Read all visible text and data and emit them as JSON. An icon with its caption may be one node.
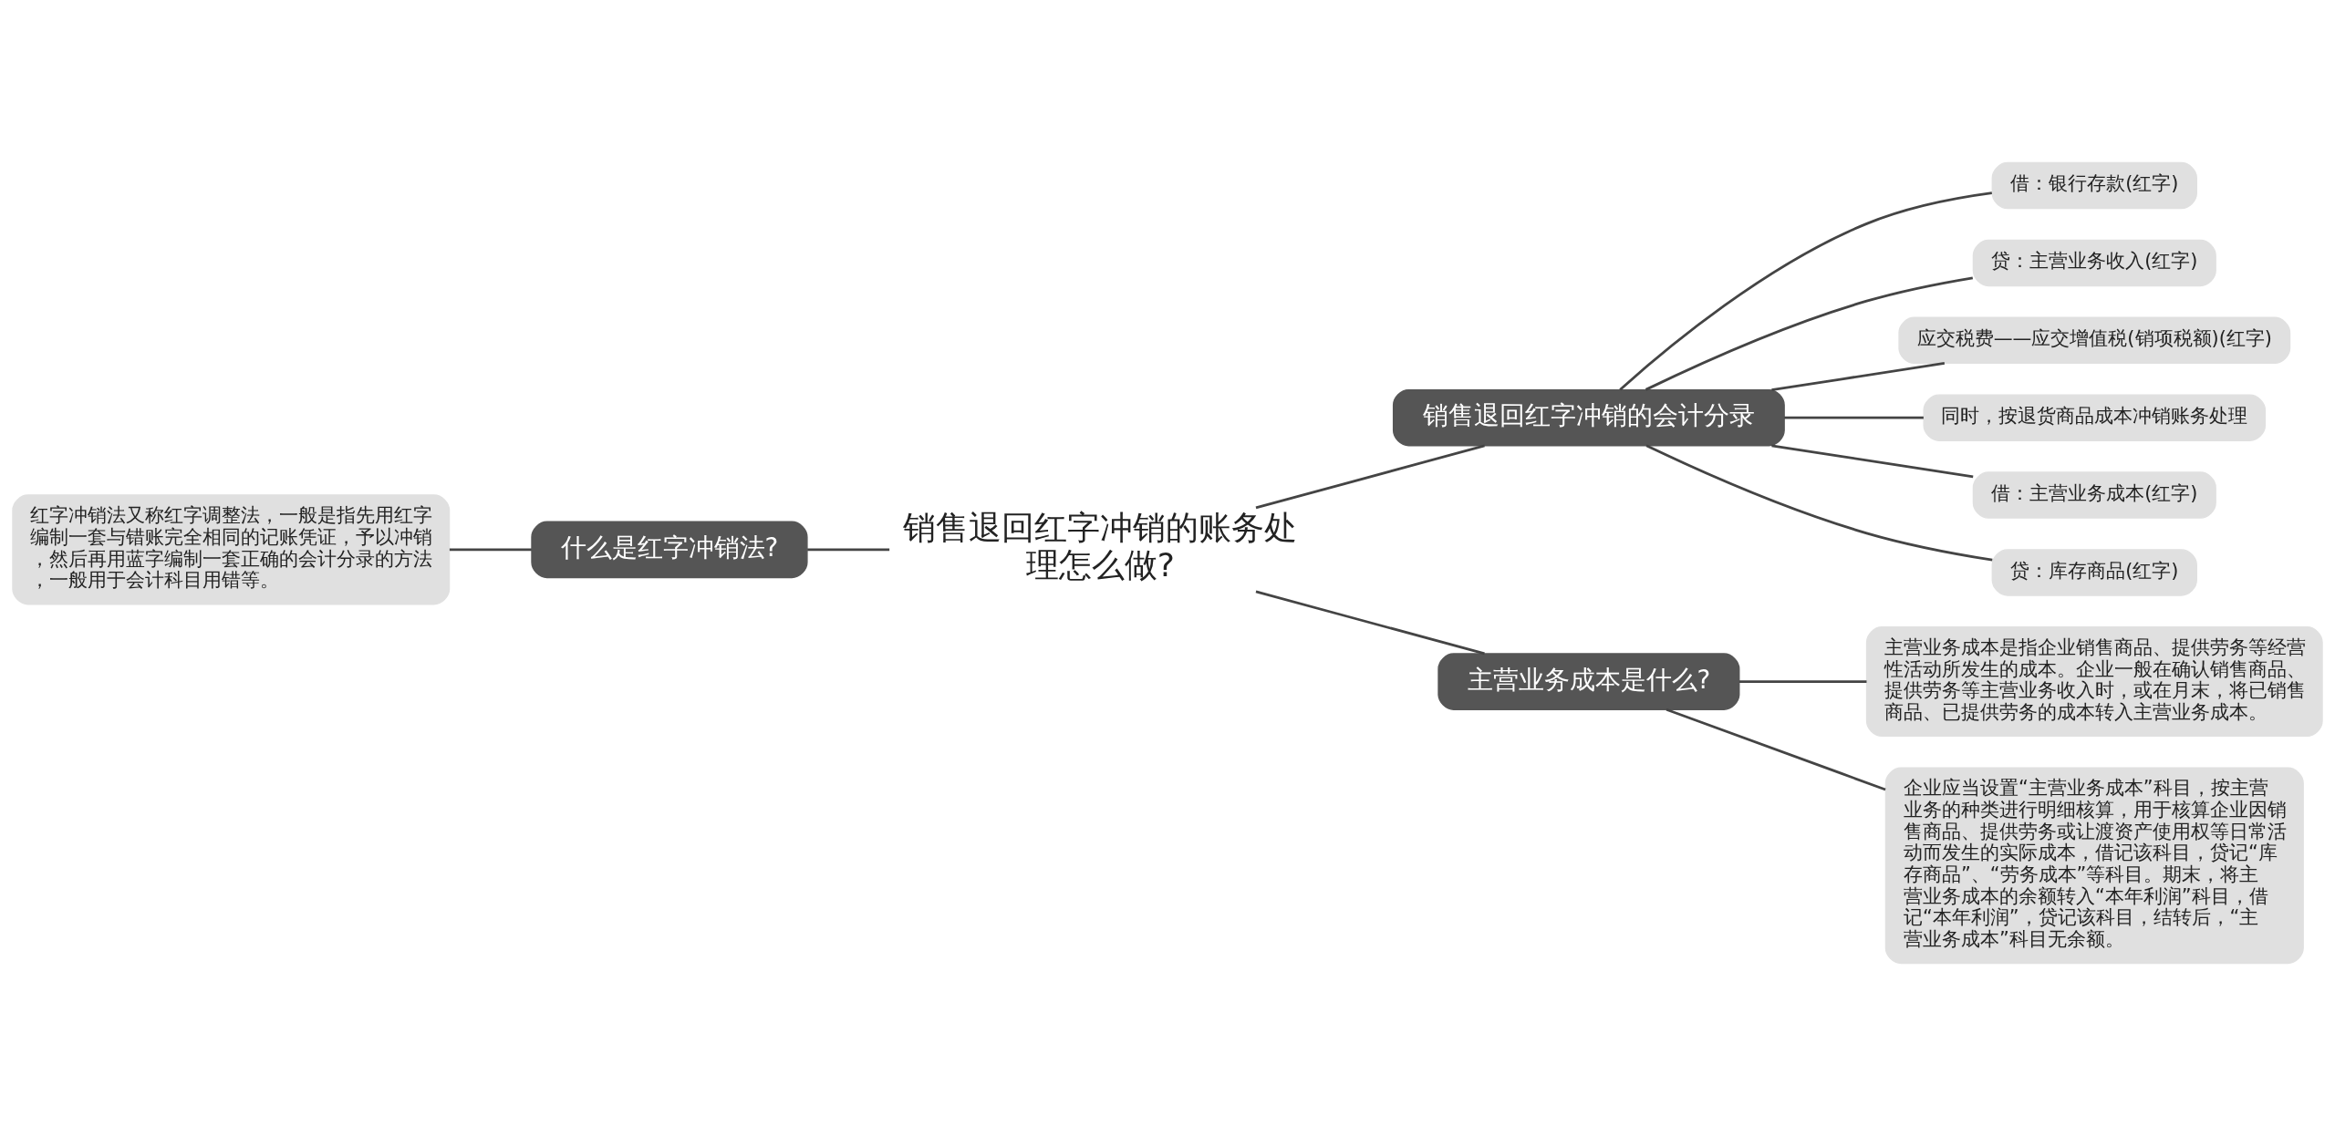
{
  "diagram": {
    "nodes": [
      {
        "text": [
          "销售退回红字冲销的账务处理怎么做?"
        ]
      },
      {
        "text": [
          "销售退回红字冲销的会计分录"
        ]
      },
      {
        "text": [
          "借：银行存款(红字)"
        ]
      },
      {
        "text": [
          "贷：主营业务收入(红字)"
        ]
      },
      {
        "text": [
          "应交税费——应交增值税(销项税额)(红字)"
        ]
      },
      {
        "text": [
          "同时，按退货商品成本冲销账务处理"
        ]
      },
      {
        "text": [
          "借：主营业务成本(红字)"
        ]
      },
      {
        "text": [
          "贷：库存商品(红字)"
        ]
      },
      {
        "text": [
          "主营业务成本是什么?"
        ]
      },
      {
        "text": [
          "主营业务成本是指企业销售商品、提供劳务等经营性活动所发生的成本。企业一般在确认销售商品、提供劳务等主营业务收入时，或在月末，将已销售商品、已提供劳务的成本转入主营业务成本。"
        ]
      },
      {
        "text": [
          "企业应当设置“主营业务成本”科目，按主营业务的种类进行明细核算，用于核算企业因销售商品、提供劳务或让渡资产使用权等日常活动而发生的实际成本，借记该科目，贷记“库存商品”、“劳务成本”等科目。期末，将主营业务成本的余额转入“本年利润”科目，借记“本年利润”，贷记该科目，结转后，“主营业务成本”科目无余额。"
        ]
      },
      {
        "text": [
          "什么是红字冲销法?"
        ]
      },
      {
        "text": [
          "红字冲销法又称红字调整法，一般是指先用红字编制一套与错账完全相同的记账凭证，予以冲销，然后再用蓝字编制一套正确的会计分录的方法，一般用于会计科目用错等。"
        ]
      }
    ],
    "edges": [
      {
        "from": 0,
        "to": 1,
        "arrow": "none"
      },
      {
        "from": 1,
        "to": 2,
        "arrow": "none"
      },
      {
        "from": 1,
        "to": 3,
        "arrow": "none"
      },
      {
        "from": 1,
        "to": 4,
        "arrow": "none"
      },
      {
        "from": 1,
        "to": 5,
        "arrow": "none"
      },
      {
        "from": 1,
        "to": 6,
        "arrow": "none"
      },
      {
        "from": 1,
        "to": 7,
        "arrow": "none"
      },
      {
        "from": 0,
        "to": 8,
        "arrow": "none"
      },
      {
        "from": 8,
        "to": 9,
        "arrow": "none"
      },
      {
        "from": 8,
        "to": 10,
        "arrow": "none"
      },
      {
        "from": 0,
        "to": 11,
        "arrow": "none"
      },
      {
        "from": 11,
        "to": 12,
        "arrow": "none"
      }
    ]
  }
}
